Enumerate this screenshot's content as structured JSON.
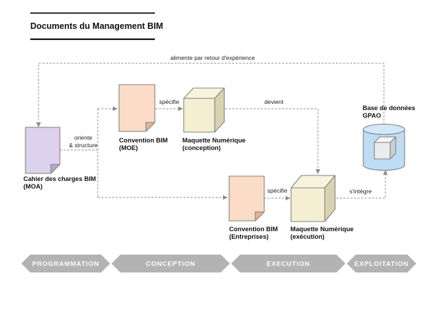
{
  "title": "Documents du Management BIM",
  "colors": {
    "doc_moa_fill": "#ddd2ee",
    "doc_moa_fold": "#b9a9ce",
    "doc_convention_fill": "#fbdcc6",
    "doc_convention_fold": "#e5b694",
    "cube_front": "#f4eed3",
    "cube_top": "#f8f3dd",
    "cube_side": "#d9d2b1",
    "db_fill": "#bedcf4",
    "db_top": "#d3e8f9",
    "inner_cube_front": "#e9edee",
    "inner_cube_top": "#f5f7f7",
    "inner_cube_side": "#c9d1d5",
    "banner_fill": "#b3b3b3",
    "banner_text": "#ffffff",
    "line_gray": "#8c8c8c"
  },
  "nodes": {
    "cahier": {
      "line1": "Cahier des charges BIM",
      "line2": "(MOA)"
    },
    "convention_moe": {
      "line1": "Convention BIM",
      "line2": "(MOE)"
    },
    "maquette_conception": {
      "line1": "Maquette Numérique",
      "line2": "(conception)"
    },
    "convention_entreprises": {
      "line1": "Convention BIM",
      "line2": "(Entreprises)"
    },
    "maquette_execution": {
      "line1": "Maquette Numérique",
      "line2": "(exécution)"
    },
    "gpao": {
      "line1": "Base de données",
      "line2": "GPAO"
    }
  },
  "edges": {
    "alimente": "alimente par retour d'expérience",
    "oriente_line1": "oriente",
    "oriente_line2": "& structure",
    "specifie_moe": "spécifie",
    "devient": "devient",
    "specifie_entreprises": "spécifie",
    "sintegre": "s'intègre"
  },
  "phases": [
    "PROGRAMMATION",
    "CONCEPTION",
    "EXECUTION",
    "EXPLOITATION"
  ]
}
